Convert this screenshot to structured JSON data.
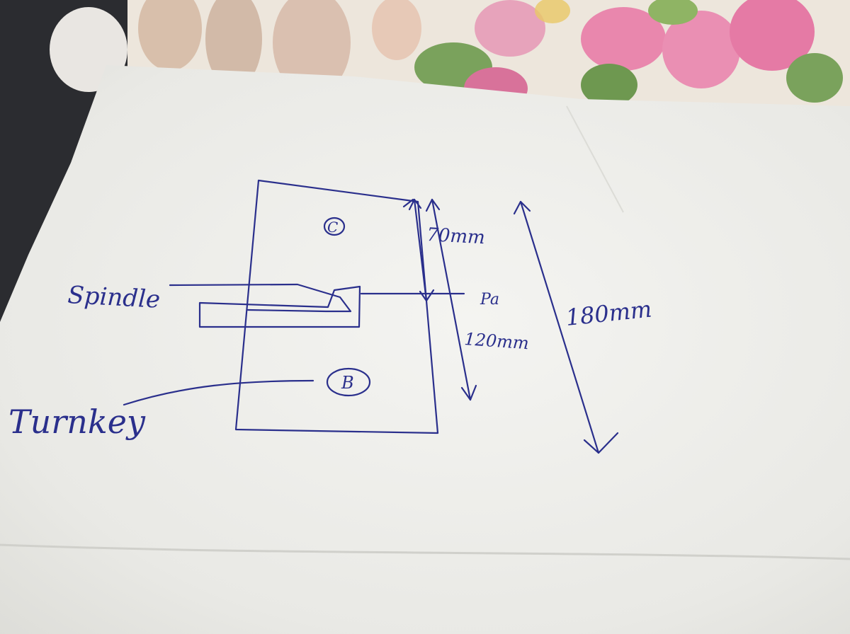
{
  "labels": {
    "spindle": "Spindle",
    "turnkey": "Turnkey",
    "dim_top": "70mm",
    "dim_middle": "120mm",
    "dim_overall": "180mm",
    "marker_top": "C",
    "marker_bottom": "B",
    "marker_side": "Pa"
  },
  "colors": {
    "ink": "#2a2f8c",
    "paper": "#f2f2ef",
    "background": "#2b2c30"
  }
}
